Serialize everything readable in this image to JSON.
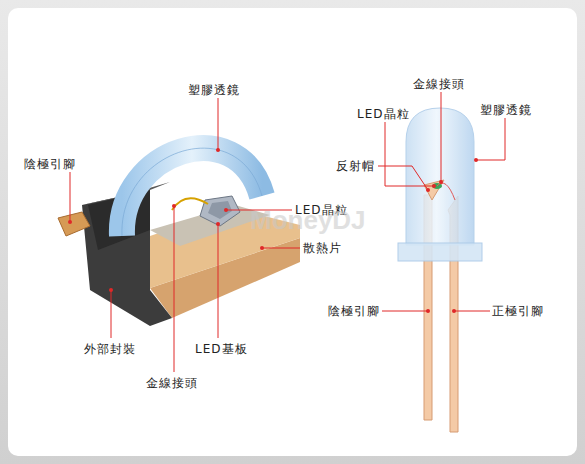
{
  "diagram": {
    "labels": [
      "塑膠透鏡",
      "陰極引腳",
      "LED晶粒",
      "散熱片",
      "外部封裝",
      "LED基板",
      "金線接頭",
      "金線接頭",
      "LED晶粒",
      "塑膠透鏡",
      "反射帽",
      "陰極引腳",
      "正極引腳",
      "MoneyDJ"
    ]
  }
}
